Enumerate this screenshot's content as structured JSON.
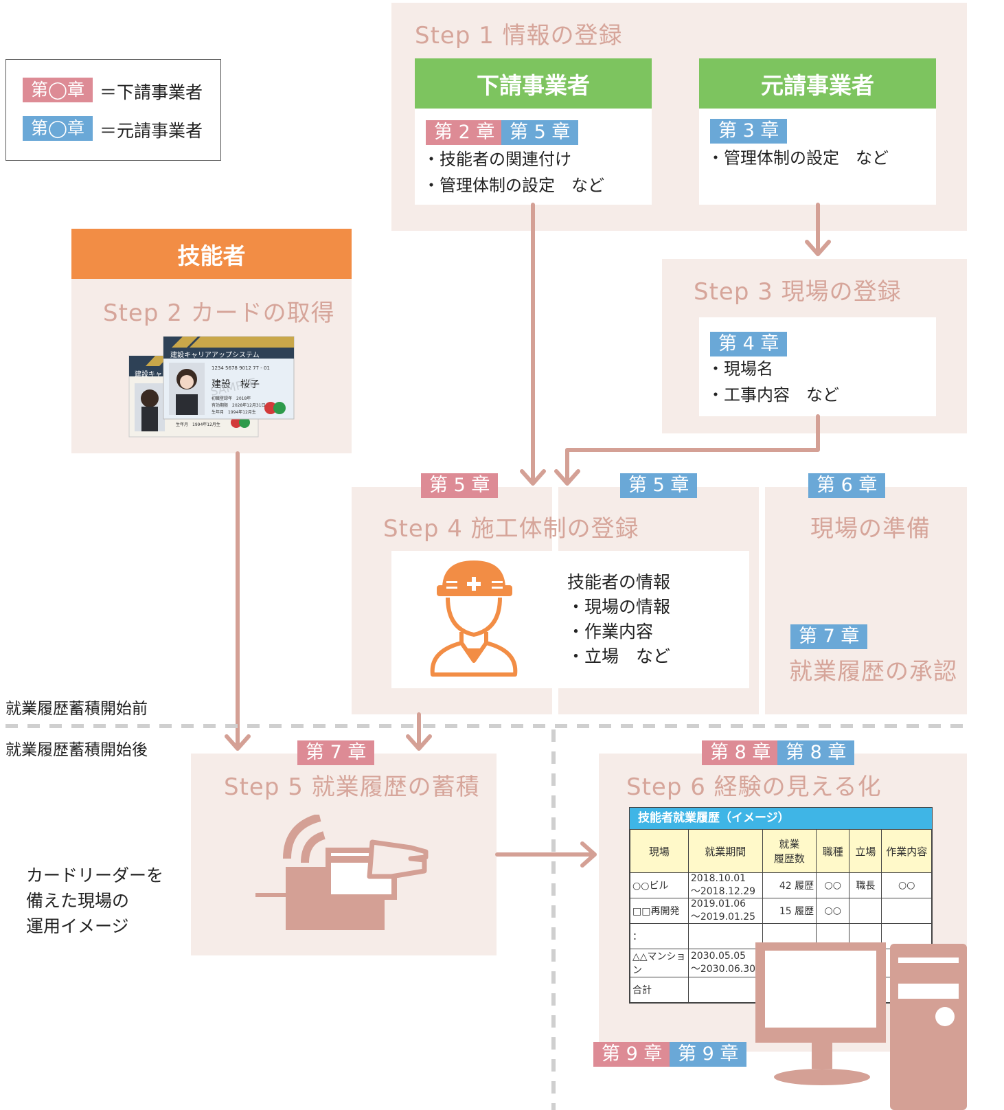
{
  "legend": {
    "sub_badge": "第◯章",
    "sub_label": "＝下請事業者",
    "main_badge": "第◯章",
    "main_label": "＝元請事業者"
  },
  "step1": {
    "title": "Step 1 情報の登録",
    "sub": {
      "header": "下請事業者",
      "badges": [
        "第 2 章",
        "第 5 章"
      ],
      "items": [
        "・技能者の関連付け",
        "・管理体制の設定　など"
      ]
    },
    "main": {
      "header": "元請事業者",
      "badge": "第 3 章",
      "items": [
        "・管理体制の設定　など"
      ]
    }
  },
  "step2": {
    "header": "技能者",
    "title": "Step 2 カードの取得",
    "card": {
      "system_name": "建設キャリアアップシステム",
      "system_name_back": "建設キャリ",
      "number": "1234 5678 9012 77 - 01",
      "name": "建設　桜子",
      "sample": "SAMPLE",
      "fields": [
        "初職登録年　2018年",
        "有効期限　2028年12月31日",
        "生年月　1994年12月生"
      ],
      "back_fields": [
        "有効期限　2028年12月31日",
        "生年月　1994年12月生"
      ]
    }
  },
  "step3": {
    "title": "Step 3 現場の登録",
    "badge": "第 4 章",
    "items": [
      "・現場名",
      "・工事内容　など"
    ]
  },
  "step4": {
    "badge_sub": "第 5 章",
    "badge_main": "第 5 章",
    "title": "Step 4 施工体制の登録",
    "info_items": [
      "技能者の情報",
      "・現場の情報",
      "・作業内容",
      "・立場　など"
    ]
  },
  "prep": {
    "badge": "第 6 章",
    "title": "現場の準備",
    "approval_badge": "第 7 章",
    "approval_title": "就業履歴の承認"
  },
  "divider": {
    "before": "就業履歴蓄積開始前",
    "after": "就業履歴蓄積開始後"
  },
  "step5": {
    "badge": "第 7 章",
    "title": "Step 5 就業履歴の蓄積"
  },
  "reader_caption": [
    "カードリーダーを",
    "備えた現場の",
    "運用イメージ"
  ],
  "step6": {
    "badges": [
      "第 8 章",
      "第 8 章"
    ],
    "title": "Step 6 経験の見える化",
    "table_title": "技能者就業履歴（イメージ）",
    "headers": [
      "現場",
      "就業期間",
      "就業\n履歴数",
      "職種",
      "立場",
      "作業内容"
    ],
    "rows": [
      [
        "○○ビル",
        "2018.10.01\n～2018.12.29",
        "42 履歴",
        "○○",
        "職長",
        "○○"
      ],
      [
        "□□再開発",
        "2019.01.06\n～2019.01.25",
        "15 履歴",
        "○○",
        "",
        ""
      ],
      [
        "：",
        "",
        "",
        "",
        "",
        ""
      ],
      [
        "△△マンション",
        "2030.05.05\n～2030.06.30",
        "",
        "",
        "",
        ""
      ],
      [
        "合計",
        "",
        "",
        "",
        "",
        ""
      ]
    ],
    "footer_badges": [
      "第 9 章",
      "第 9 章"
    ]
  },
  "colors": {
    "panel": "#f6ece8",
    "arrow": "#d4a095",
    "green": "#7dc45f",
    "orange": "#f28d45",
    "pink_badge": "#dd8b95",
    "blue_badge": "#6aa8d7",
    "title": "#d6a59a"
  }
}
